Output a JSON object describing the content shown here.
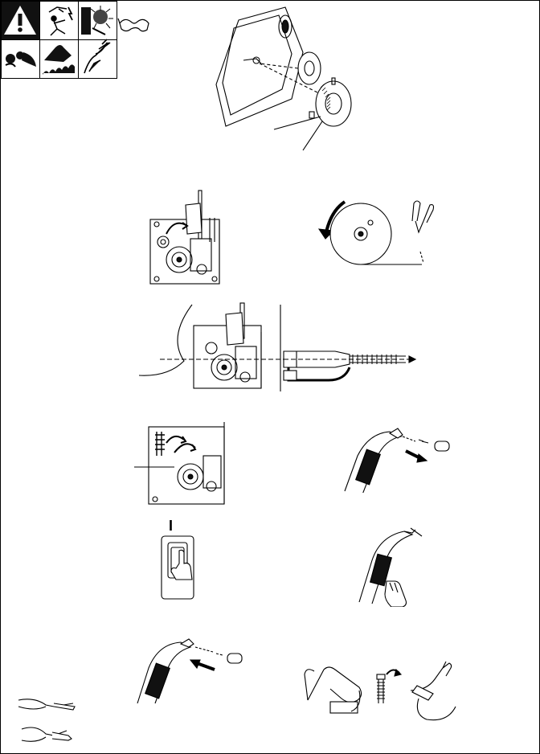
{
  "page": {
    "kind": "wire-feeder installation instruction sheet (pictorial, no text)"
  },
  "safety_icons": [
    {
      "name": "warning-triangle-icon"
    },
    {
      "name": "electric-shock-icon"
    },
    {
      "name": "welding-sparks-icon"
    },
    {
      "name": "safety-glasses-icon"
    },
    {
      "name": "moving-parts-icon"
    },
    {
      "name": "hot-surface-icon"
    },
    {
      "name": "wire-pinch-icon"
    }
  ],
  "steps": [
    {
      "name": "install-spool-figure"
    },
    {
      "name": "open-drive-roll-pressure-arm-figure"
    },
    {
      "name": "cut-wire-end-figure"
    },
    {
      "name": "thread-wire-through-gun-figure"
    },
    {
      "name": "close-pressure-arm-figure"
    },
    {
      "name": "remove-contact-tip-figure"
    },
    {
      "name": "power-switch-on-figure"
    },
    {
      "name": "press-gun-trigger-figure"
    },
    {
      "name": "reinstall-contact-tip-figure"
    },
    {
      "name": "adjust-tension-and-trim-wire-figure"
    },
    {
      "name": "tools-required-figure"
    }
  ],
  "switch": {
    "label": "I"
  }
}
